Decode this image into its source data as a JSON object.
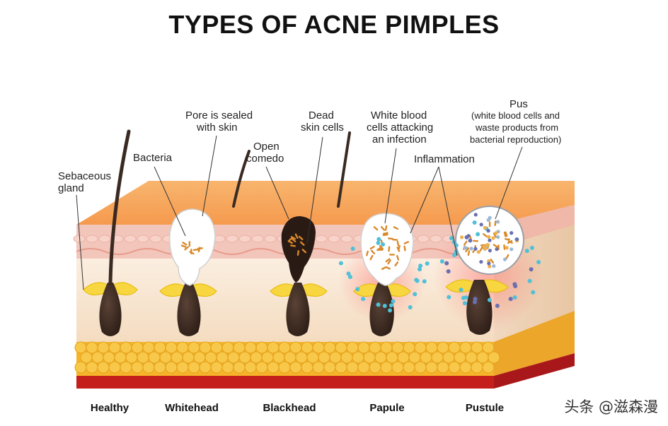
{
  "title": "TYPES OF ACNE PIMPLES",
  "stages": [
    {
      "name": "Healthy"
    },
    {
      "name": "Whitehead"
    },
    {
      "name": "Blackhead"
    },
    {
      "name": "Papule"
    },
    {
      "name": "Pustule"
    }
  ],
  "labels": {
    "sebaceous_1": "Sebaceous",
    "sebaceous_2": "gland",
    "bacteria": "Bacteria",
    "pore_1": "Pore is sealed",
    "pore_2": "with skin",
    "open_1": "Open",
    "open_2": "comedo",
    "dead_1": "Dead",
    "dead_2": "skin cells",
    "wbc_1": "White blood",
    "wbc_2": "cells attacking",
    "wbc_3": "an infection",
    "inflammation": "Inflammation",
    "pus_1": "Pus",
    "pus_2": "(white blood cells and",
    "pus_3": "waste products from",
    "pus_4": "bacterial reproduction)"
  },
  "watermark": "头条 @滋森漫",
  "colors": {
    "epidermis_top": "#f6a45a",
    "epidermis_pink": "#f3c3b8",
    "dermis": "#f7e7d2",
    "fat": "#f4b52b",
    "muscle": "#c8201c",
    "hair": "#3a2a22",
    "sebum": "#f5c200",
    "whitehead": "#ffffff",
    "blackhead": "#2a1a14",
    "wbc": "#4fc0d8",
    "bacteria": "#d8892a"
  }
}
